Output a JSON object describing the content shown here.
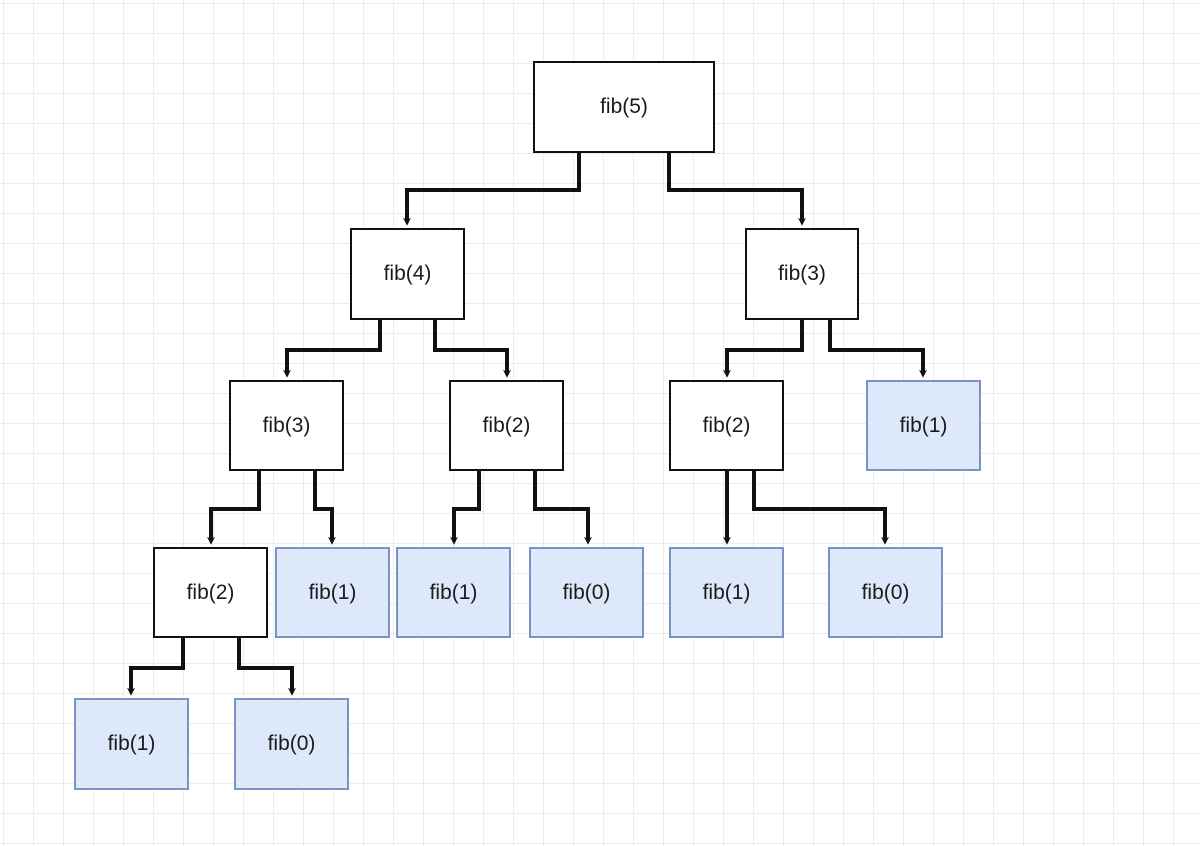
{
  "diagram": {
    "nodes": [
      {
        "id": "n1",
        "label": "fib(5)",
        "kind": "call"
      },
      {
        "id": "n2",
        "label": "fib(4)",
        "kind": "call"
      },
      {
        "id": "n3",
        "label": "fib(3)",
        "kind": "call"
      },
      {
        "id": "n4",
        "label": "fib(3)",
        "kind": "call"
      },
      {
        "id": "n5",
        "label": "fib(2)",
        "kind": "call"
      },
      {
        "id": "n6",
        "label": "fib(2)",
        "kind": "call"
      },
      {
        "id": "n7",
        "label": "fib(1)",
        "kind": "base"
      },
      {
        "id": "n8",
        "label": "fib(2)",
        "kind": "call"
      },
      {
        "id": "n9",
        "label": "fib(1)",
        "kind": "base"
      },
      {
        "id": "n10",
        "label": "fib(1)",
        "kind": "base"
      },
      {
        "id": "n11",
        "label": "fib(0)",
        "kind": "base"
      },
      {
        "id": "n12",
        "label": "fib(1)",
        "kind": "base"
      },
      {
        "id": "n13",
        "label": "fib(0)",
        "kind": "base"
      },
      {
        "id": "n14",
        "label": "fib(1)",
        "kind": "base"
      },
      {
        "id": "n15",
        "label": "fib(0)",
        "kind": "base"
      }
    ],
    "edges": [
      {
        "from": "n1",
        "to": "n2"
      },
      {
        "from": "n1",
        "to": "n3"
      },
      {
        "from": "n2",
        "to": "n4"
      },
      {
        "from": "n2",
        "to": "n5"
      },
      {
        "from": "n3",
        "to": "n6"
      },
      {
        "from": "n3",
        "to": "n7"
      },
      {
        "from": "n4",
        "to": "n8"
      },
      {
        "from": "n4",
        "to": "n9"
      },
      {
        "from": "n5",
        "to": "n10"
      },
      {
        "from": "n5",
        "to": "n11"
      },
      {
        "from": "n6",
        "to": "n12"
      },
      {
        "from": "n6",
        "to": "n13"
      },
      {
        "from": "n8",
        "to": "n14"
      },
      {
        "from": "n8",
        "to": "n15"
      }
    ],
    "colors": {
      "call_fill": "#ffffff",
      "call_border": "#111111",
      "base_fill": "#dde8fa",
      "base_border": "#7893c4",
      "edge": "#111111",
      "grid": "#ececec"
    }
  }
}
